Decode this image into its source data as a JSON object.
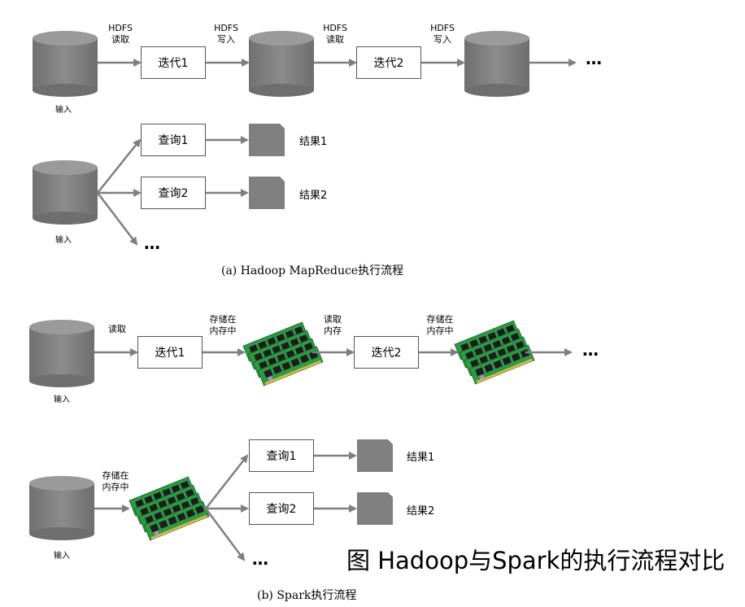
{
  "part_a": {
    "labels": {
      "hdfs_read": "HDFS\n读取",
      "hdfs_write": "HDFS\n写入",
      "input": "输入"
    },
    "iter1": "迭代1",
    "iter2": "迭代2",
    "query1": "查询1",
    "query2": "查询2",
    "result1": "结果1",
    "result2": "结果2",
    "ellipsis": "…",
    "caption": "(a) Hadoop MapReduce执行流程"
  },
  "part_b": {
    "labels": {
      "read": "读取",
      "store_mem": "存储在\n内存中",
      "read_mem": "读取\n内存",
      "input": "输入"
    },
    "iter1": "迭代1",
    "iter2": "迭代2",
    "query1": "查询1",
    "query2": "查询2",
    "result1": "结果1",
    "result2": "结果2",
    "ellipsis": "…",
    "caption": "(b) Spark执行流程"
  },
  "figure_title": "图 Hadoop与Spark的执行流程对比",
  "colors": {
    "cylinder": "#808080",
    "cylinder_top": "#9a9a9a",
    "arrow": "#7f7f7f",
    "doc": "#808080",
    "ram_board": "#2e9a45",
    "ram_chip": "#1d1d1d"
  }
}
